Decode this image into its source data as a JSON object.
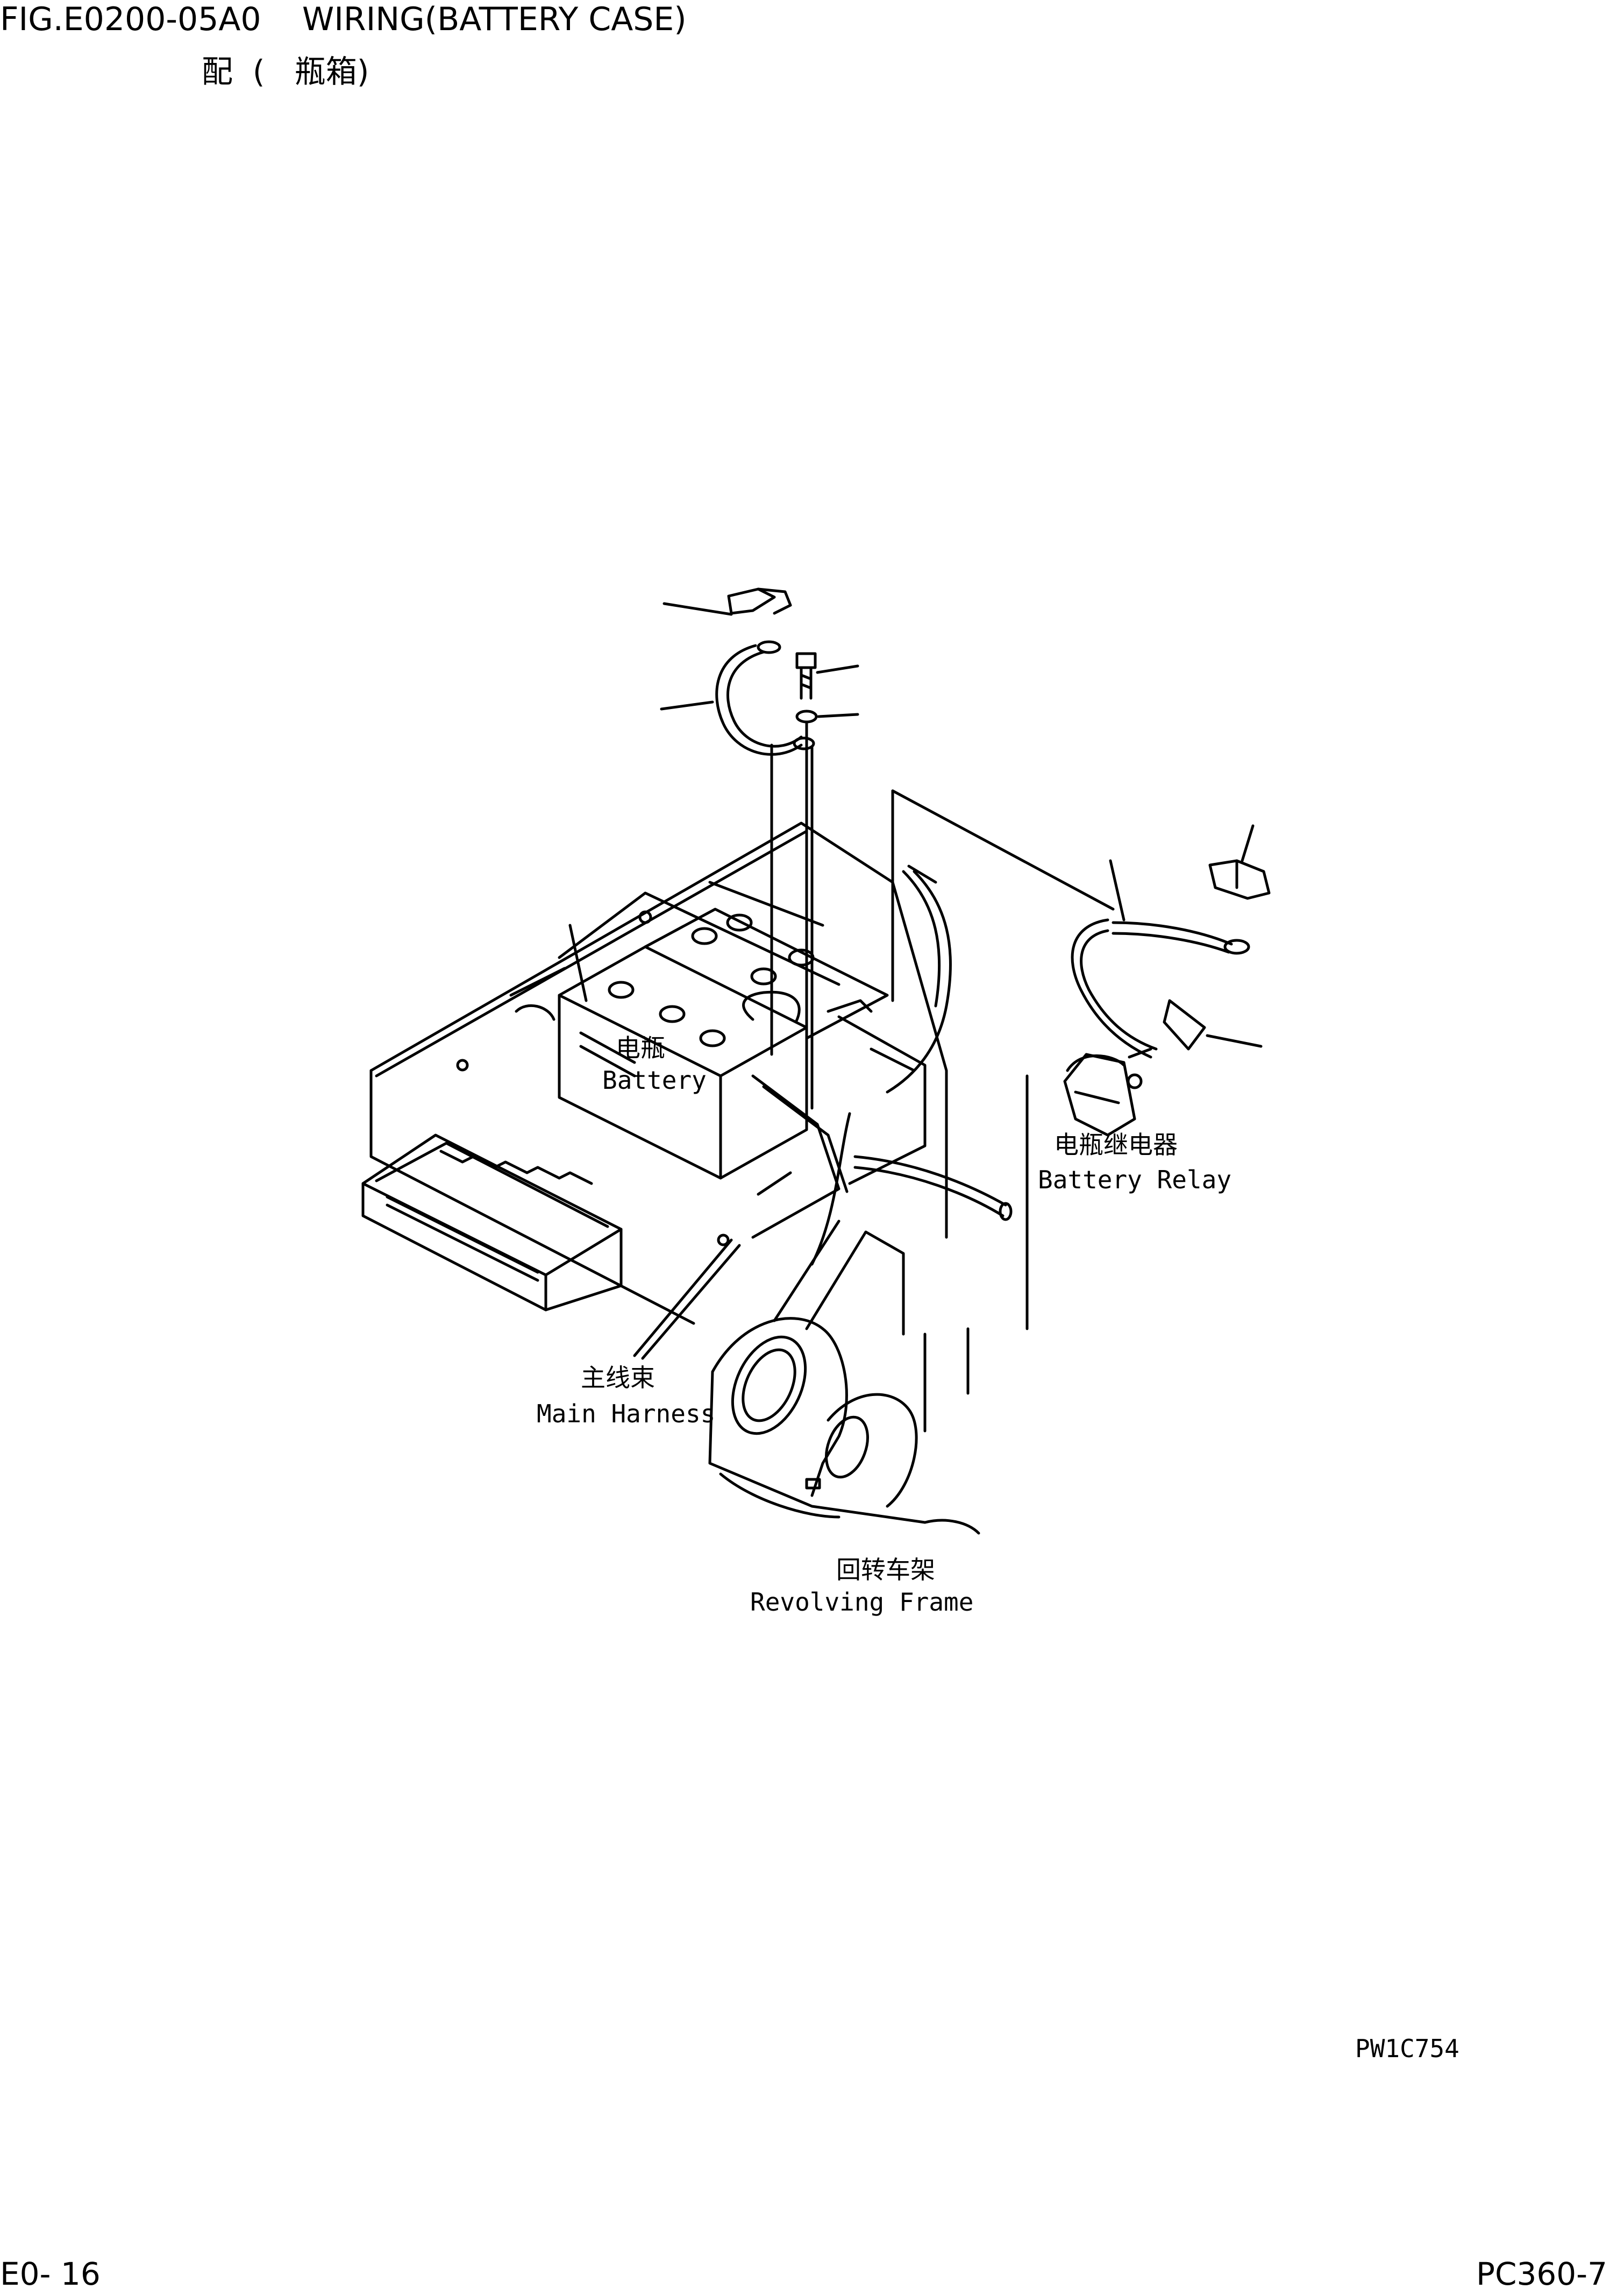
{
  "header": {
    "fig_line": "FIG.E0200-05A0    WIRING(BATTERY CASE)",
    "cn_line": "配  (   瓶箱)"
  },
  "labels": {
    "battery": {
      "cn": "电瓶",
      "en": "Battery"
    },
    "battery_relay": {
      "cn": "电瓶继电器",
      "en": "Battery Relay"
    },
    "main_harness": {
      "cn": "主线束",
      "en": "Main Harness"
    },
    "revolving_frame": {
      "cn": "回转车架",
      "en": "Revolving Frame"
    }
  },
  "drawing_code": "PW1C754",
  "footer": {
    "page": "E0- 16",
    "model": "PC360-7"
  }
}
